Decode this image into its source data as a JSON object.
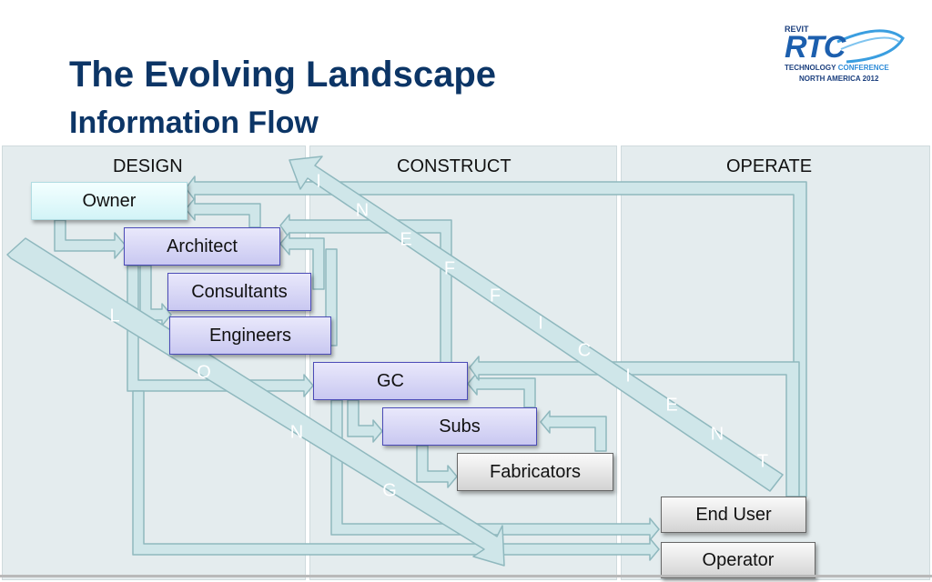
{
  "header": {
    "title": "The Evolving Landscape",
    "subtitle": "Information Flow"
  },
  "logo": {
    "line1": "REVIT",
    "line2": "RTC",
    "line3a": "TECHNOLOGY",
    "line3b": "CONFERENCE",
    "line4": "NORTH AMERICA 2012"
  },
  "phases": {
    "design": "DESIGN",
    "construct": "CONSTRUCT",
    "operate": "OPERATE"
  },
  "boxes": {
    "owner": "Owner",
    "architect": "Architect",
    "consultants": "Consultants",
    "engineers": "Engineers",
    "gc": "GC",
    "subs": "Subs",
    "fabricators": "Fabricators",
    "end_user": "End User",
    "operator": "Operator"
  },
  "bands": {
    "inefficient": [
      "I",
      "N",
      "E",
      "F",
      "F",
      "I",
      "C",
      "I",
      "E",
      "N",
      "T"
    ],
    "long": [
      "L",
      "O",
      "N",
      "G"
    ]
  },
  "colors": {
    "title": "#0c3566",
    "arrow_fill": "#cfe6e9",
    "arrow_stroke": "#8fb8be",
    "panel": "#e4ecee",
    "purple_box": "#c9c8f1",
    "owner_box": "#d3f4f7"
  }
}
